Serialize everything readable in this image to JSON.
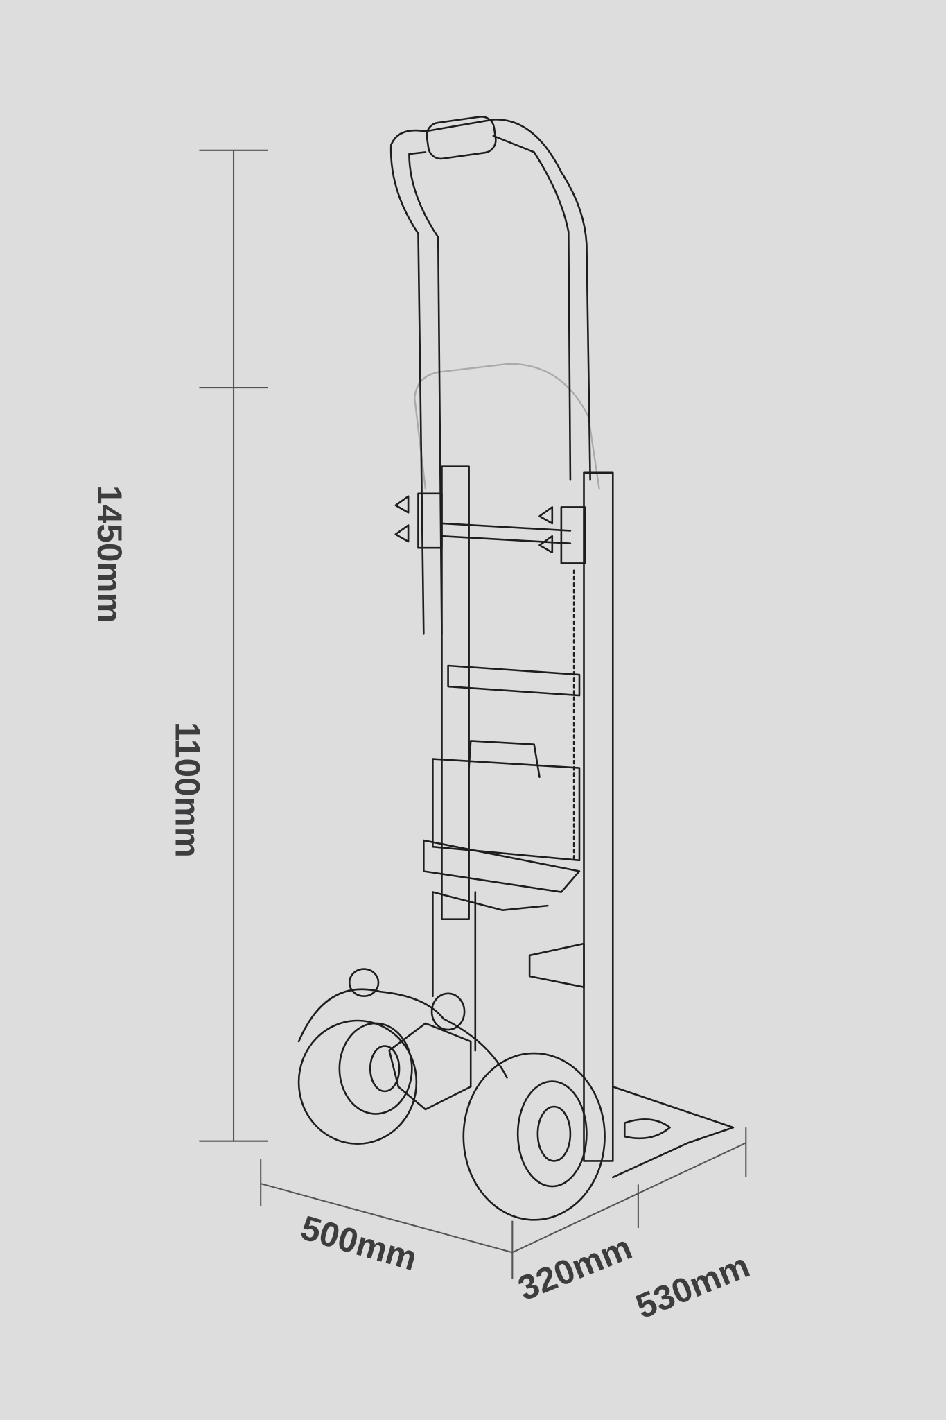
{
  "dimensions": {
    "total_height": "1450mm",
    "lower_height": "1100mm",
    "width": "500mm",
    "plate_depth": "320mm",
    "overall_depth": "530mm"
  },
  "colors": {
    "background": "#dcdddc",
    "line": "#1e1e1e",
    "label": "#3d3d3f"
  }
}
